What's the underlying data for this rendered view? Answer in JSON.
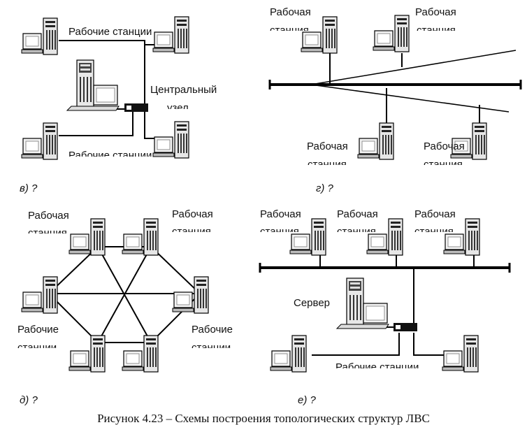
{
  "caption": "Рисунок 4.23 – Схемы построения топологических структур ЛВС",
  "diagrams": {
    "v": {
      "sublabel": "в) ?",
      "workstations_top": "Рабочие станции",
      "central_node_line1": "Центральный",
      "central_node_line2": "узел",
      "workstations_bottom": "Рабочие станции"
    },
    "g": {
      "sublabel": "г) ?",
      "ws_tl_line1": "Рабочая",
      "ws_tl_line2": "станция",
      "ws_tr_line1": "Рабочая",
      "ws_tr_line2": "станция",
      "ws_bl_line1": "Рабочая",
      "ws_bl_line2": "станция",
      "ws_br_line1": "Рабочая",
      "ws_br_line2": "станция"
    },
    "d": {
      "sublabel": "д) ?",
      "ws_tl_line1": "Рабочая",
      "ws_tl_line2": "станция",
      "ws_tr_line1": "Рабочая",
      "ws_tr_line2": "станция",
      "ws_l_line1": "Рабочие",
      "ws_l_line2": "станции",
      "ws_r_line1": "Рабочие",
      "ws_r_line2": "станции"
    },
    "e": {
      "sublabel": "е) ?",
      "ws_1_line1": "Рабочая",
      "ws_1_line2": "станция",
      "ws_2_line1": "Рабочая",
      "ws_2_line2": "станция",
      "ws_3_line1": "Рабочая",
      "ws_3_line2": "станция",
      "server": "Сервер",
      "workstations_bottom": "Рабочие станции"
    }
  }
}
